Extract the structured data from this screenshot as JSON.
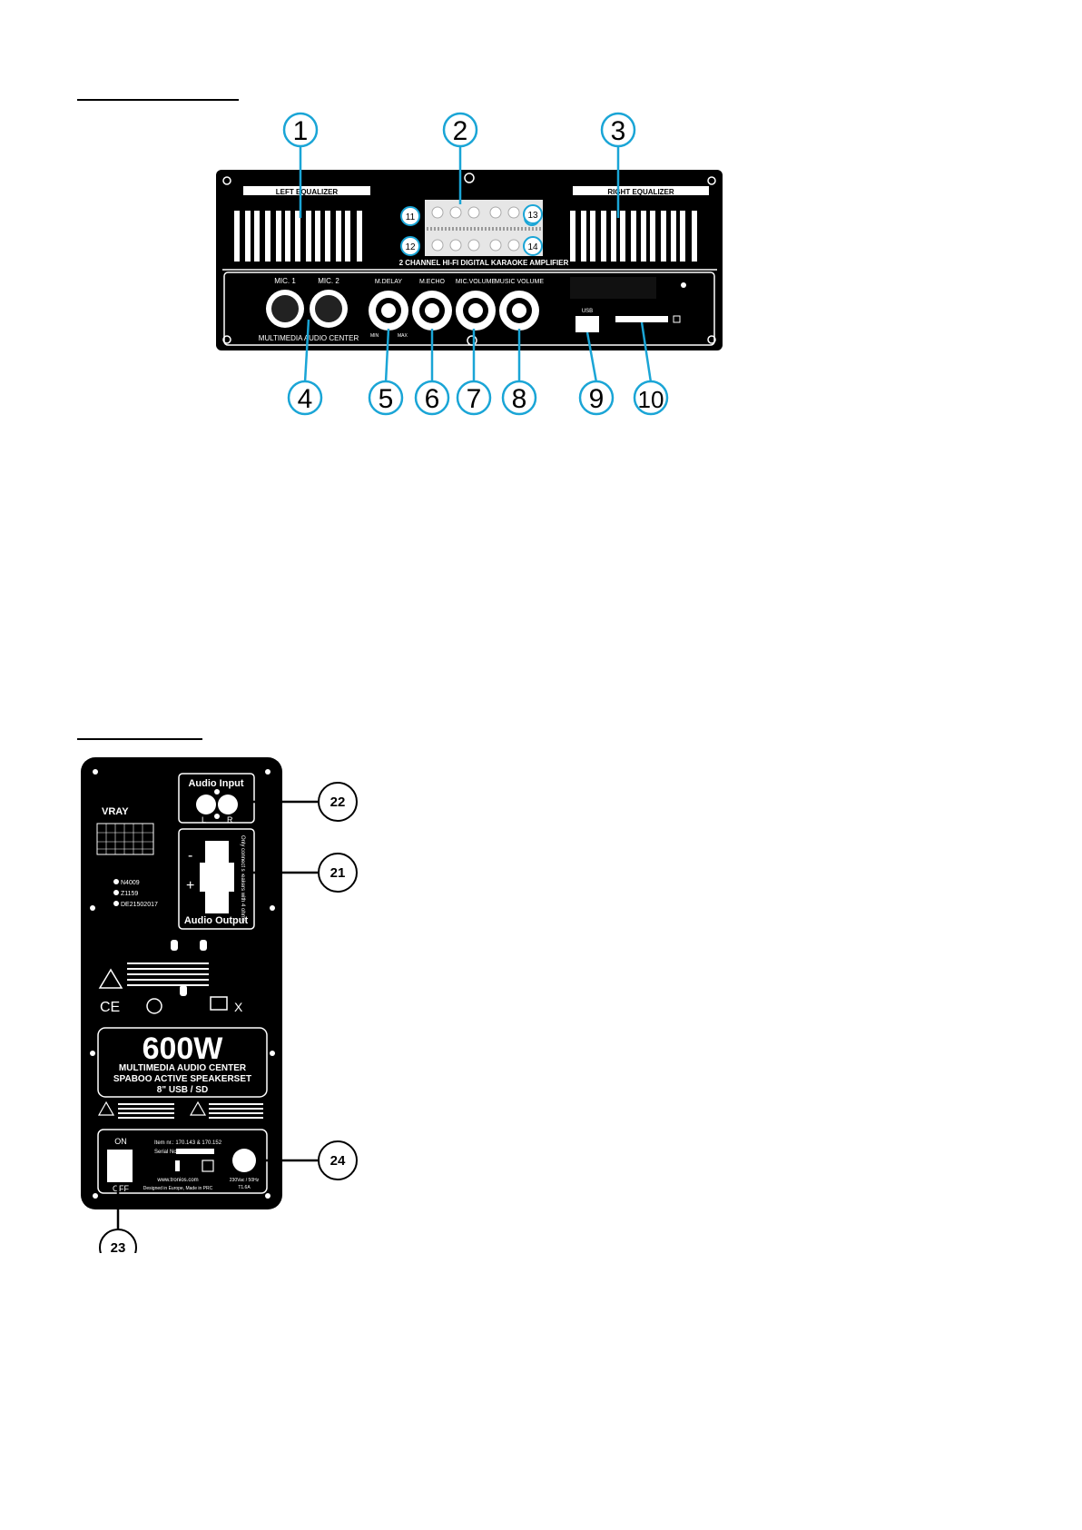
{
  "front_panel": {
    "left_eq_title": "LEFT EQUALIZER",
    "right_eq_title": "RIGHT EQUALIZER",
    "amp_title": "2 CHANNEL HI-FI DIGITAL KARAOKE AMPLIFIER",
    "mic1": "MIC. 1",
    "mic2": "MIC. 2",
    "brand_line": "MULTIMEDIA AUDIO CENTER",
    "knobs": [
      "M.DELAY",
      "M.ECHO",
      "MIC.VOLUME",
      "MUSIC VOLUME"
    ],
    "min_label": "MIN",
    "max_label": "MAX",
    "usb_label": "USB",
    "callouts": [
      "1",
      "2",
      "3",
      "4",
      "5",
      "6",
      "7",
      "8",
      "9",
      "10"
    ],
    "small_callouts": [
      "11",
      "12",
      "13",
      "14"
    ]
  },
  "rear_panel": {
    "audio_input": "Audio Input",
    "l_label": "L",
    "r_label": "R",
    "minus": "-",
    "plus": "+",
    "audio_output": "Audio Output",
    "output_note": "Only connect speakers with 4 ohms",
    "cert1": "N4009",
    "cert2": "Z1159",
    "cert3": "DE21502017",
    "power_big": "600W",
    "product_line1": "MULTIMEDIA AUDIO CENTER",
    "product_line2": "SPABOO ACTIVE SPEAKERSET",
    "product_line3": "8\" USB / SD",
    "on_label": "ON",
    "off_label": "OFF",
    "item_no": "Item nr.:  170.143 & 170.152",
    "serial_no": "Serial No.",
    "website": "www.tronios.com",
    "designed": "Designed in Europe, Made in PRC",
    "mains": "230Vac / 50Hz",
    "fuse": "T1.6A",
    "callouts": [
      "22",
      "21",
      "24",
      "23"
    ]
  }
}
